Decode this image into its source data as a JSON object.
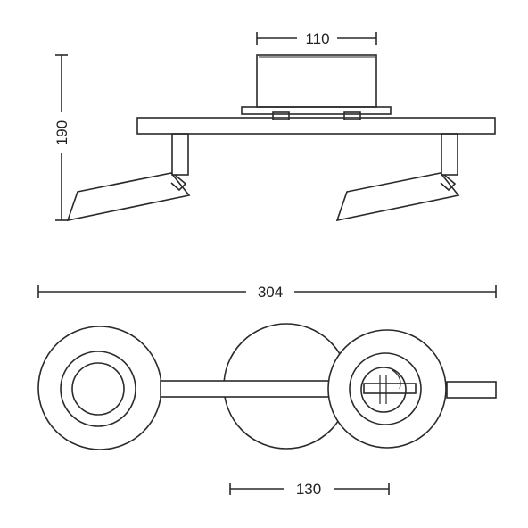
{
  "dimensions": {
    "top_width": "110",
    "height": "190",
    "total_width": "304",
    "base_diameter": "130"
  },
  "colors": {
    "line": "#2a2a2a",
    "background": "#ffffff"
  }
}
